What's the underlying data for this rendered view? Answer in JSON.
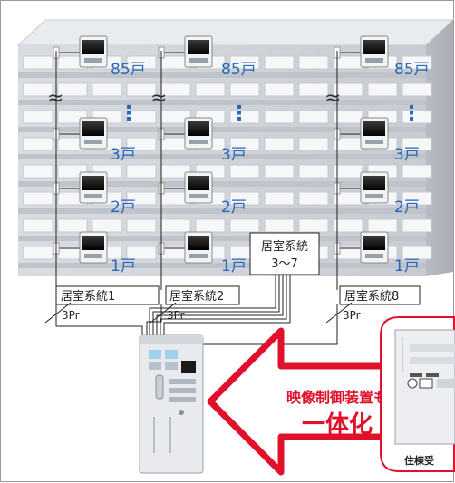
{
  "floors": [
    {
      "label": "85戸"
    },
    {
      "label": "3戸"
    },
    {
      "label": "2戸"
    },
    {
      "label": "1戸"
    }
  ],
  "continuation_mark": "≈",
  "vertical_ellipsis": "⋮",
  "systems": [
    {
      "label": "居室系統1",
      "pair": "3Pr"
    },
    {
      "label": "居室系統2",
      "pair": "3Pr"
    },
    {
      "label": "居室系統8",
      "pair": "3Pr"
    }
  ],
  "middle_system": {
    "line1": "居室系統",
    "line2": "3〜7"
  },
  "arrow": {
    "line1": "映像制御装置も",
    "line2": "一体化"
  },
  "receiver_label": "住棟受",
  "colors": {
    "accent_red": "#e0122b",
    "floor_blue": "#2766b8"
  }
}
